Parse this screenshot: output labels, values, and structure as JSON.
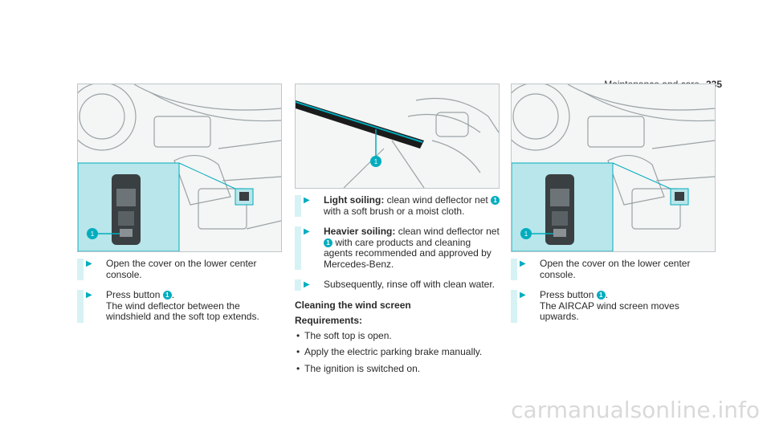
{
  "header": {
    "section": "Maintenance and care",
    "page": "335"
  },
  "figure_badge": "1",
  "col1": {
    "step1": "Open the cover on the lower center console.",
    "step2_pre": "Press button ",
    "step2_post": ".",
    "step2_line2": "The wind deflector between the windshield and the soft top extends."
  },
  "col2": {
    "s1_bold": "Light soiling:",
    "s1_text": " clean wind deflector net ",
    "s1_tail": "with a soft brush or a moist cloth.",
    "s2_bold": "Heavier soiling:",
    "s2_text": " clean wind deflector net ",
    "s2_tail": "with care products and cleaning agents recommended and approved by Mercedes-Benz.",
    "s3": "Subsequently, rinse off with clean water.",
    "subhead": "Cleaning the wind screen",
    "req": "Requirements:",
    "bullets": [
      "The soft top is open.",
      "Apply the electric parking brake manually.",
      "The ignition is switched on."
    ]
  },
  "col3": {
    "step1": "Open the cover on the lower center console.",
    "step2_pre": "Press button ",
    "step2_post": ".",
    "step2_line2": "The AIRCAP wind screen moves upwards."
  },
  "watermark": "carmanualsonline.info"
}
